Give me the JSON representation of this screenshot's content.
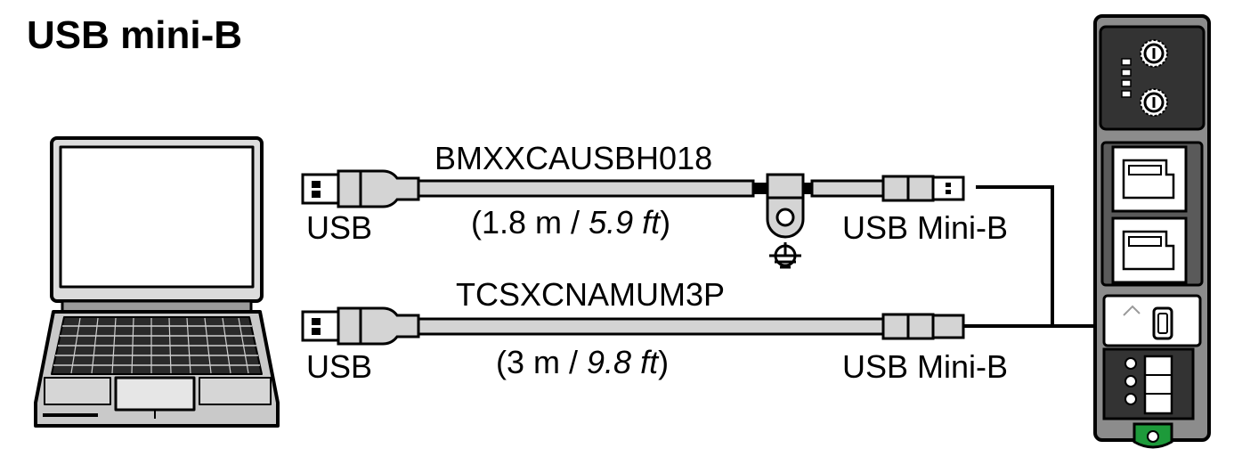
{
  "title": "USB mini-B",
  "cable_top": {
    "part_number": "BMXXCAUSBH018",
    "length_metric": "1.8 m",
    "separator": " / ",
    "length_imperial": "5.9 ft",
    "left_connector": "USB",
    "right_connector": "USB Mini-B",
    "paren_open": "(",
    "paren_close": ")"
  },
  "cable_bottom": {
    "part_number": "TCSXCNAMUM3P",
    "length_metric": "3 m",
    "separator": " / ",
    "length_imperial": "9.8 ft",
    "left_connector": "USB",
    "right_connector": "USB Mini-B",
    "paren_open": "(",
    "paren_close": ")"
  },
  "icons": {
    "laptop": "laptop-icon",
    "ground": "ground-symbol-icon",
    "plc_module": "plc-module-icon"
  },
  "colors": {
    "cable_fill": "#d4d4d4",
    "terminal_green": "#1d9a3a",
    "module_face": "#8c8c8c",
    "module_dark": "#333333"
  }
}
